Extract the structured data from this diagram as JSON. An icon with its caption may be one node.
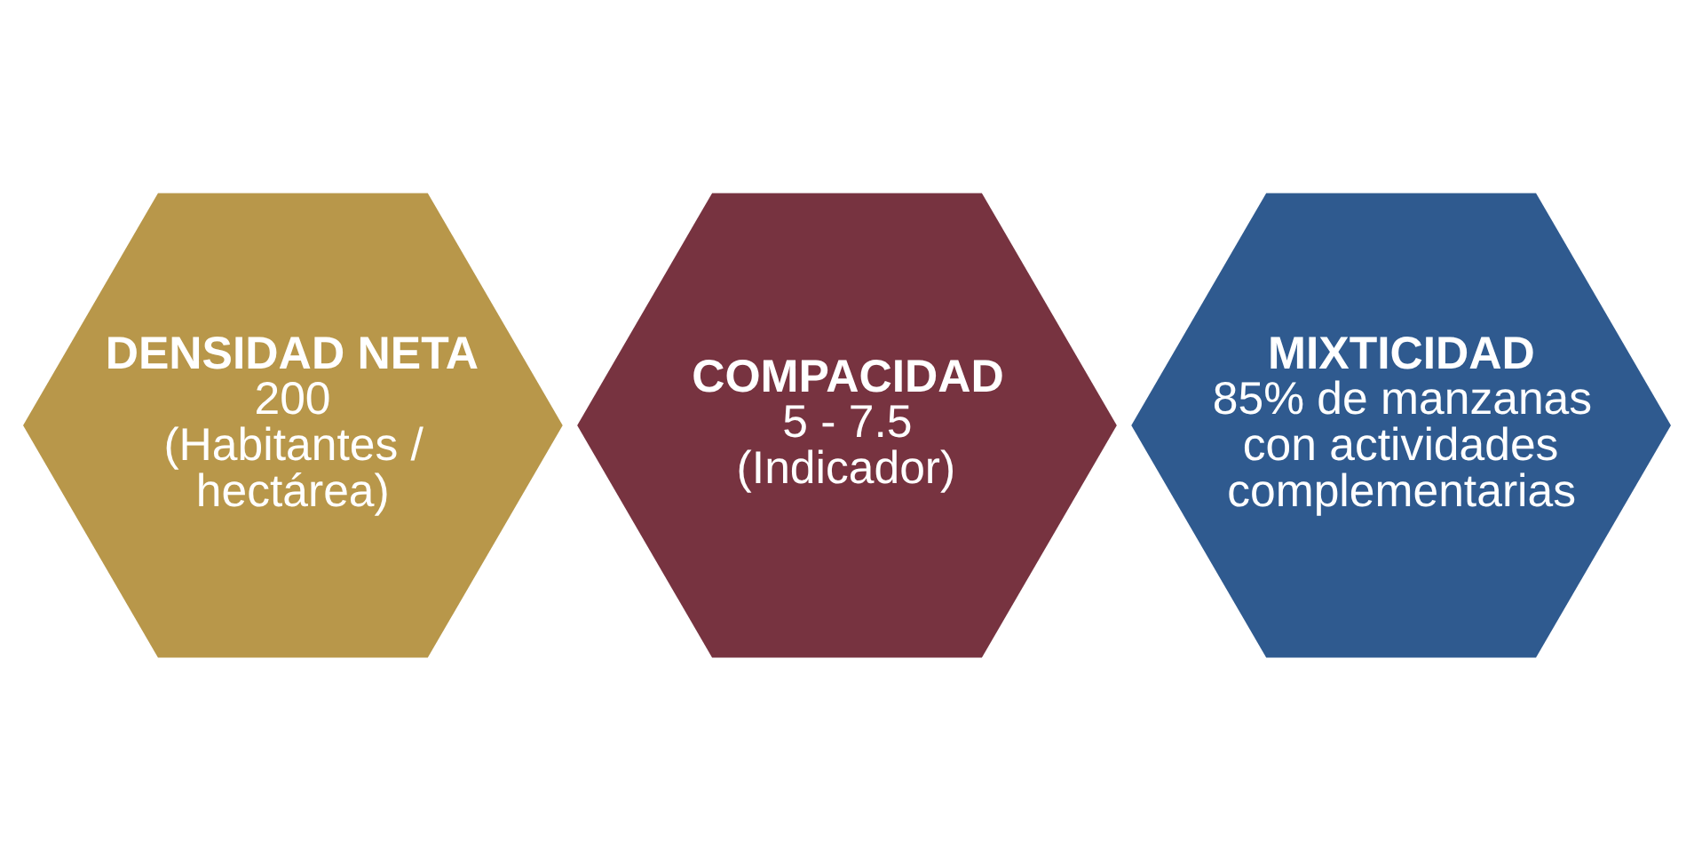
{
  "diagram": {
    "nodes": [
      {
        "text": [
          "DENSIDAD NETA",
          "200 (Habitantes / hectárea)"
        ]
      },
      {
        "text": [
          "COMPACIDAD",
          "5 - 7.5 (Indicador)"
        ]
      },
      {
        "text": [
          "MIXTICIDAD",
          "85% de manzanas con actividades complementarias"
        ]
      }
    ],
    "edges": []
  }
}
